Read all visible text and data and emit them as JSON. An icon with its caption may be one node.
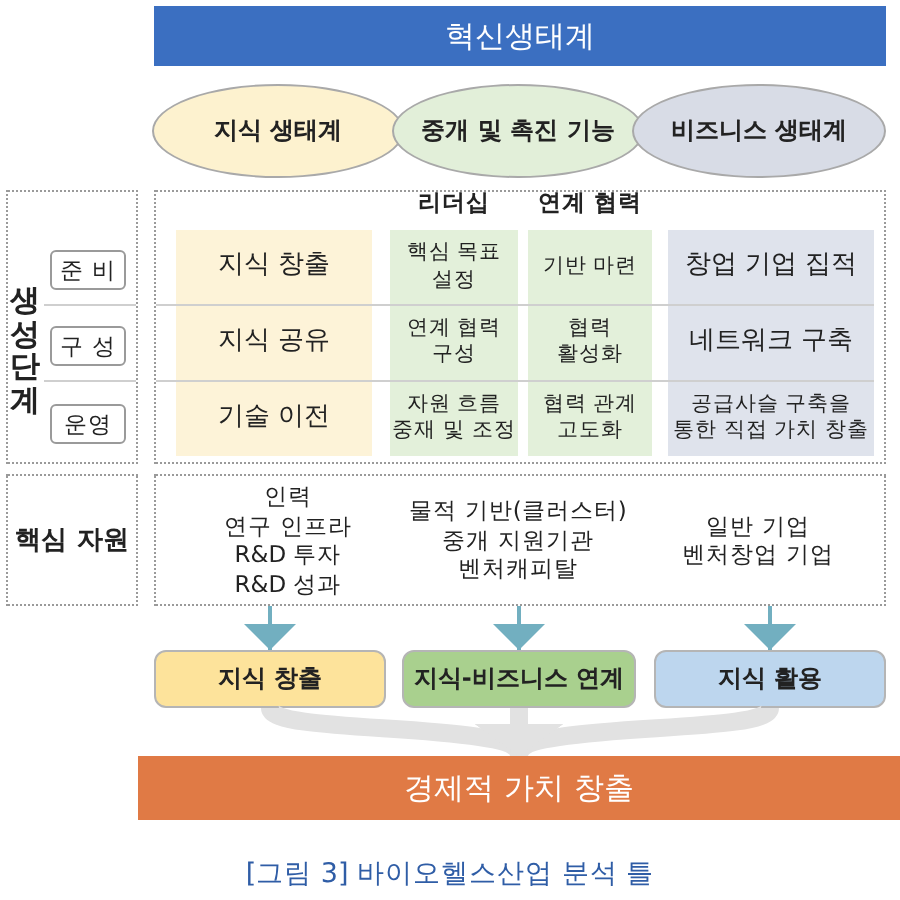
{
  "diagram": {
    "caption": "[그림 3] 바이오헬스산업 분석 틀",
    "nodes": [
      {
        "text": [
          "혁신생태계"
        ]
      },
      {
        "text": [
          "지식 생태계"
        ]
      },
      {
        "text": [
          "중개 및 촉진 기능"
        ]
      },
      {
        "text": [
          "비즈니스 생태계"
        ]
      },
      {
        "text": [
          "생성단계"
        ]
      },
      {
        "text": [
          "준 비"
        ],
        "in": 4
      },
      {
        "text": [
          "구 성"
        ],
        "in": 4
      },
      {
        "text": [
          "운영"
        ],
        "in": 4
      },
      {
        "text": [],
        "shape": "box"
      },
      {
        "text": [
          "지식 창출",
          "지식 공유",
          "기술 이전"
        ],
        "in": 8
      },
      {
        "text": [
          "리더십",
          "핵심 목표 설정",
          "연계 협력 구성",
          "자원 흐름 중재 및 조정"
        ],
        "in": 8
      },
      {
        "text": [
          "연계 협력",
          "기반 마련",
          "협력 활성화",
          "협력 관계 고도화"
        ],
        "in": 8
      },
      {
        "text": [
          "창업 기업 집적",
          "네트워크 구축",
          "공급사슬 구축을 통한 직접 가치 창출"
        ],
        "in": 8
      },
      {
        "text": [
          "핵심 자원"
        ]
      },
      {
        "text": [
          "인력",
          "연구 인프라",
          "R&D 투자",
          "R&D 성과",
          "물적 기반(클러스터)",
          "중개 지원기관",
          "벤처캐피탈",
          "일반 기업",
          "벤처창업 기업"
        ]
      },
      {
        "text": [
          "지식 창출"
        ]
      },
      {
        "text": [
          "지식-비즈니스 연계"
        ]
      },
      {
        "text": [
          "지식 활용"
        ]
      },
      {
        "text": [
          "경제적 가치 창출"
        ]
      }
    ],
    "edges": [
      {
        "from": 14,
        "to": 15,
        "arrow": "to"
      },
      {
        "from": 14,
        "to": 16,
        "arrow": "to"
      },
      {
        "from": 14,
        "to": 17,
        "arrow": "to"
      },
      {
        "from": 15,
        "to": 18,
        "arrow": "to",
        "style": "thick",
        "color": "#e2e2e2"
      },
      {
        "from": 16,
        "to": 18,
        "arrow": "to",
        "style": "thick",
        "color": "#e2e2e2"
      },
      {
        "from": 17,
        "to": 18,
        "arrow": "to",
        "style": "thick",
        "color": "#e2e2e2"
      }
    ]
  }
}
